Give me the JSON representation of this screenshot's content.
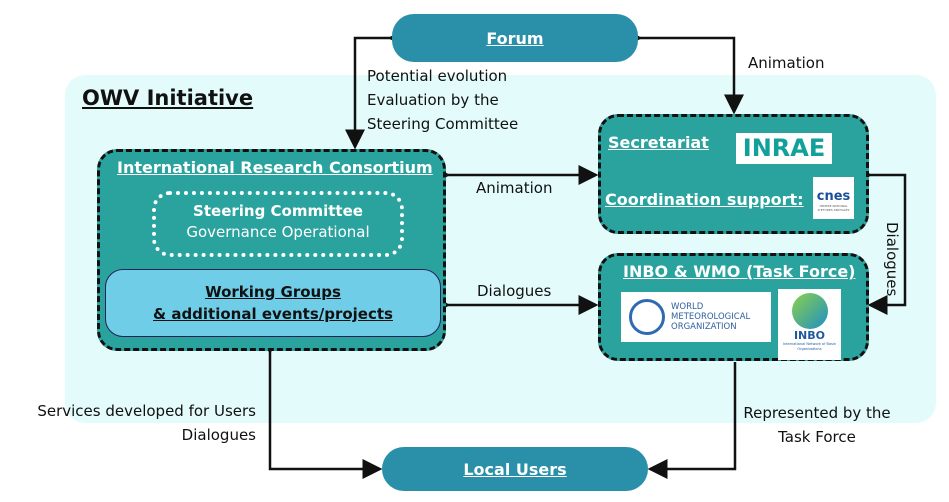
{
  "title": "OWV Initiative",
  "forum": "Forum",
  "local_users": "Local Users",
  "consortium": {
    "title": "International Research Consortium",
    "steering": "Steering Committee",
    "governance": "Governance Operational",
    "wg_line1": "Working Groups",
    "wg_line2": "& additional events/projects"
  },
  "secretariat": {
    "title": "Secretariat",
    "coordination": "Coordination support:",
    "inrae_logo": "INRAE",
    "cnes_logo": "cnes",
    "cnes_sub": "CENTRE NATIONAL D'ETUDES SPATIALES"
  },
  "taskforce": {
    "title": "INBO & WMO (Task Force)",
    "wmo_line1": "WORLD",
    "wmo_line2": "METEOROLOGICAL",
    "wmo_line3": "ORGANIZATION",
    "inbo_logo": "INBO",
    "inbo_sub": "International Network of Basin Organizations"
  },
  "labels": {
    "potential1": "Potential evolution",
    "potential2": "Evaluation by the",
    "potential3": "Steering Committee",
    "animation_top": "Animation",
    "animation_mid": "Animation",
    "dialogues_mid": "Dialogues",
    "dialogues_right": "Dialogues",
    "services1": "Services developed for Users",
    "services2": "Dialogues",
    "represented1": "Represented by the",
    "represented2": "Task Force"
  },
  "colors": {
    "teal": "#2aa39e",
    "pill": "#2a8fa9",
    "panel": "#e4fbfc",
    "working_groups": "#6fcde8"
  }
}
